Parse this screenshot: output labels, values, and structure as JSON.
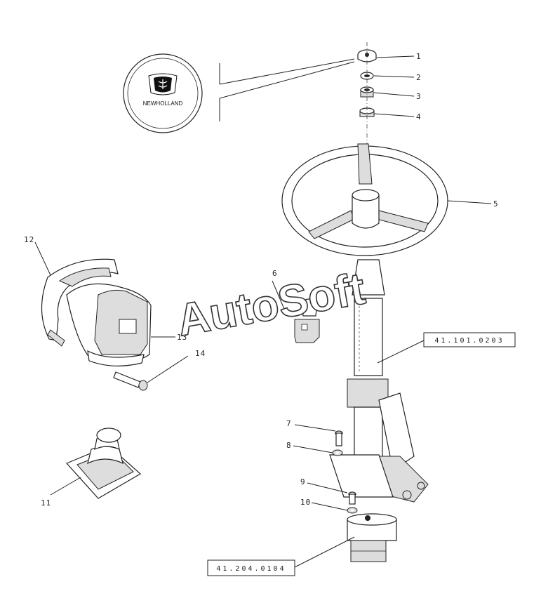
{
  "callouts": [
    {
      "id": "1",
      "text": "1"
    },
    {
      "id": "2",
      "text": "2"
    },
    {
      "id": "3",
      "text": "3"
    },
    {
      "id": "4",
      "text": "4"
    },
    {
      "id": "5",
      "text": "5"
    },
    {
      "id": "6",
      "text": "6"
    },
    {
      "id": "7",
      "text": "7"
    },
    {
      "id": "8",
      "text": "8"
    },
    {
      "id": "9",
      "text": "9"
    },
    {
      "id": "10",
      "text": "10"
    },
    {
      "id": "11",
      "text": "11"
    },
    {
      "id": "12",
      "text": "12"
    },
    {
      "id": "13",
      "text": "13"
    },
    {
      "id": "14",
      "text": "14"
    }
  ],
  "references": [
    {
      "id": "ref-steering-column",
      "text": "41.101.0203"
    },
    {
      "id": "ref-steering-unit",
      "text": "41.204.0104"
    }
  ],
  "logo": {
    "text": "NEWHOLLAND"
  },
  "watermark": {
    "text": "AutoSoft"
  }
}
